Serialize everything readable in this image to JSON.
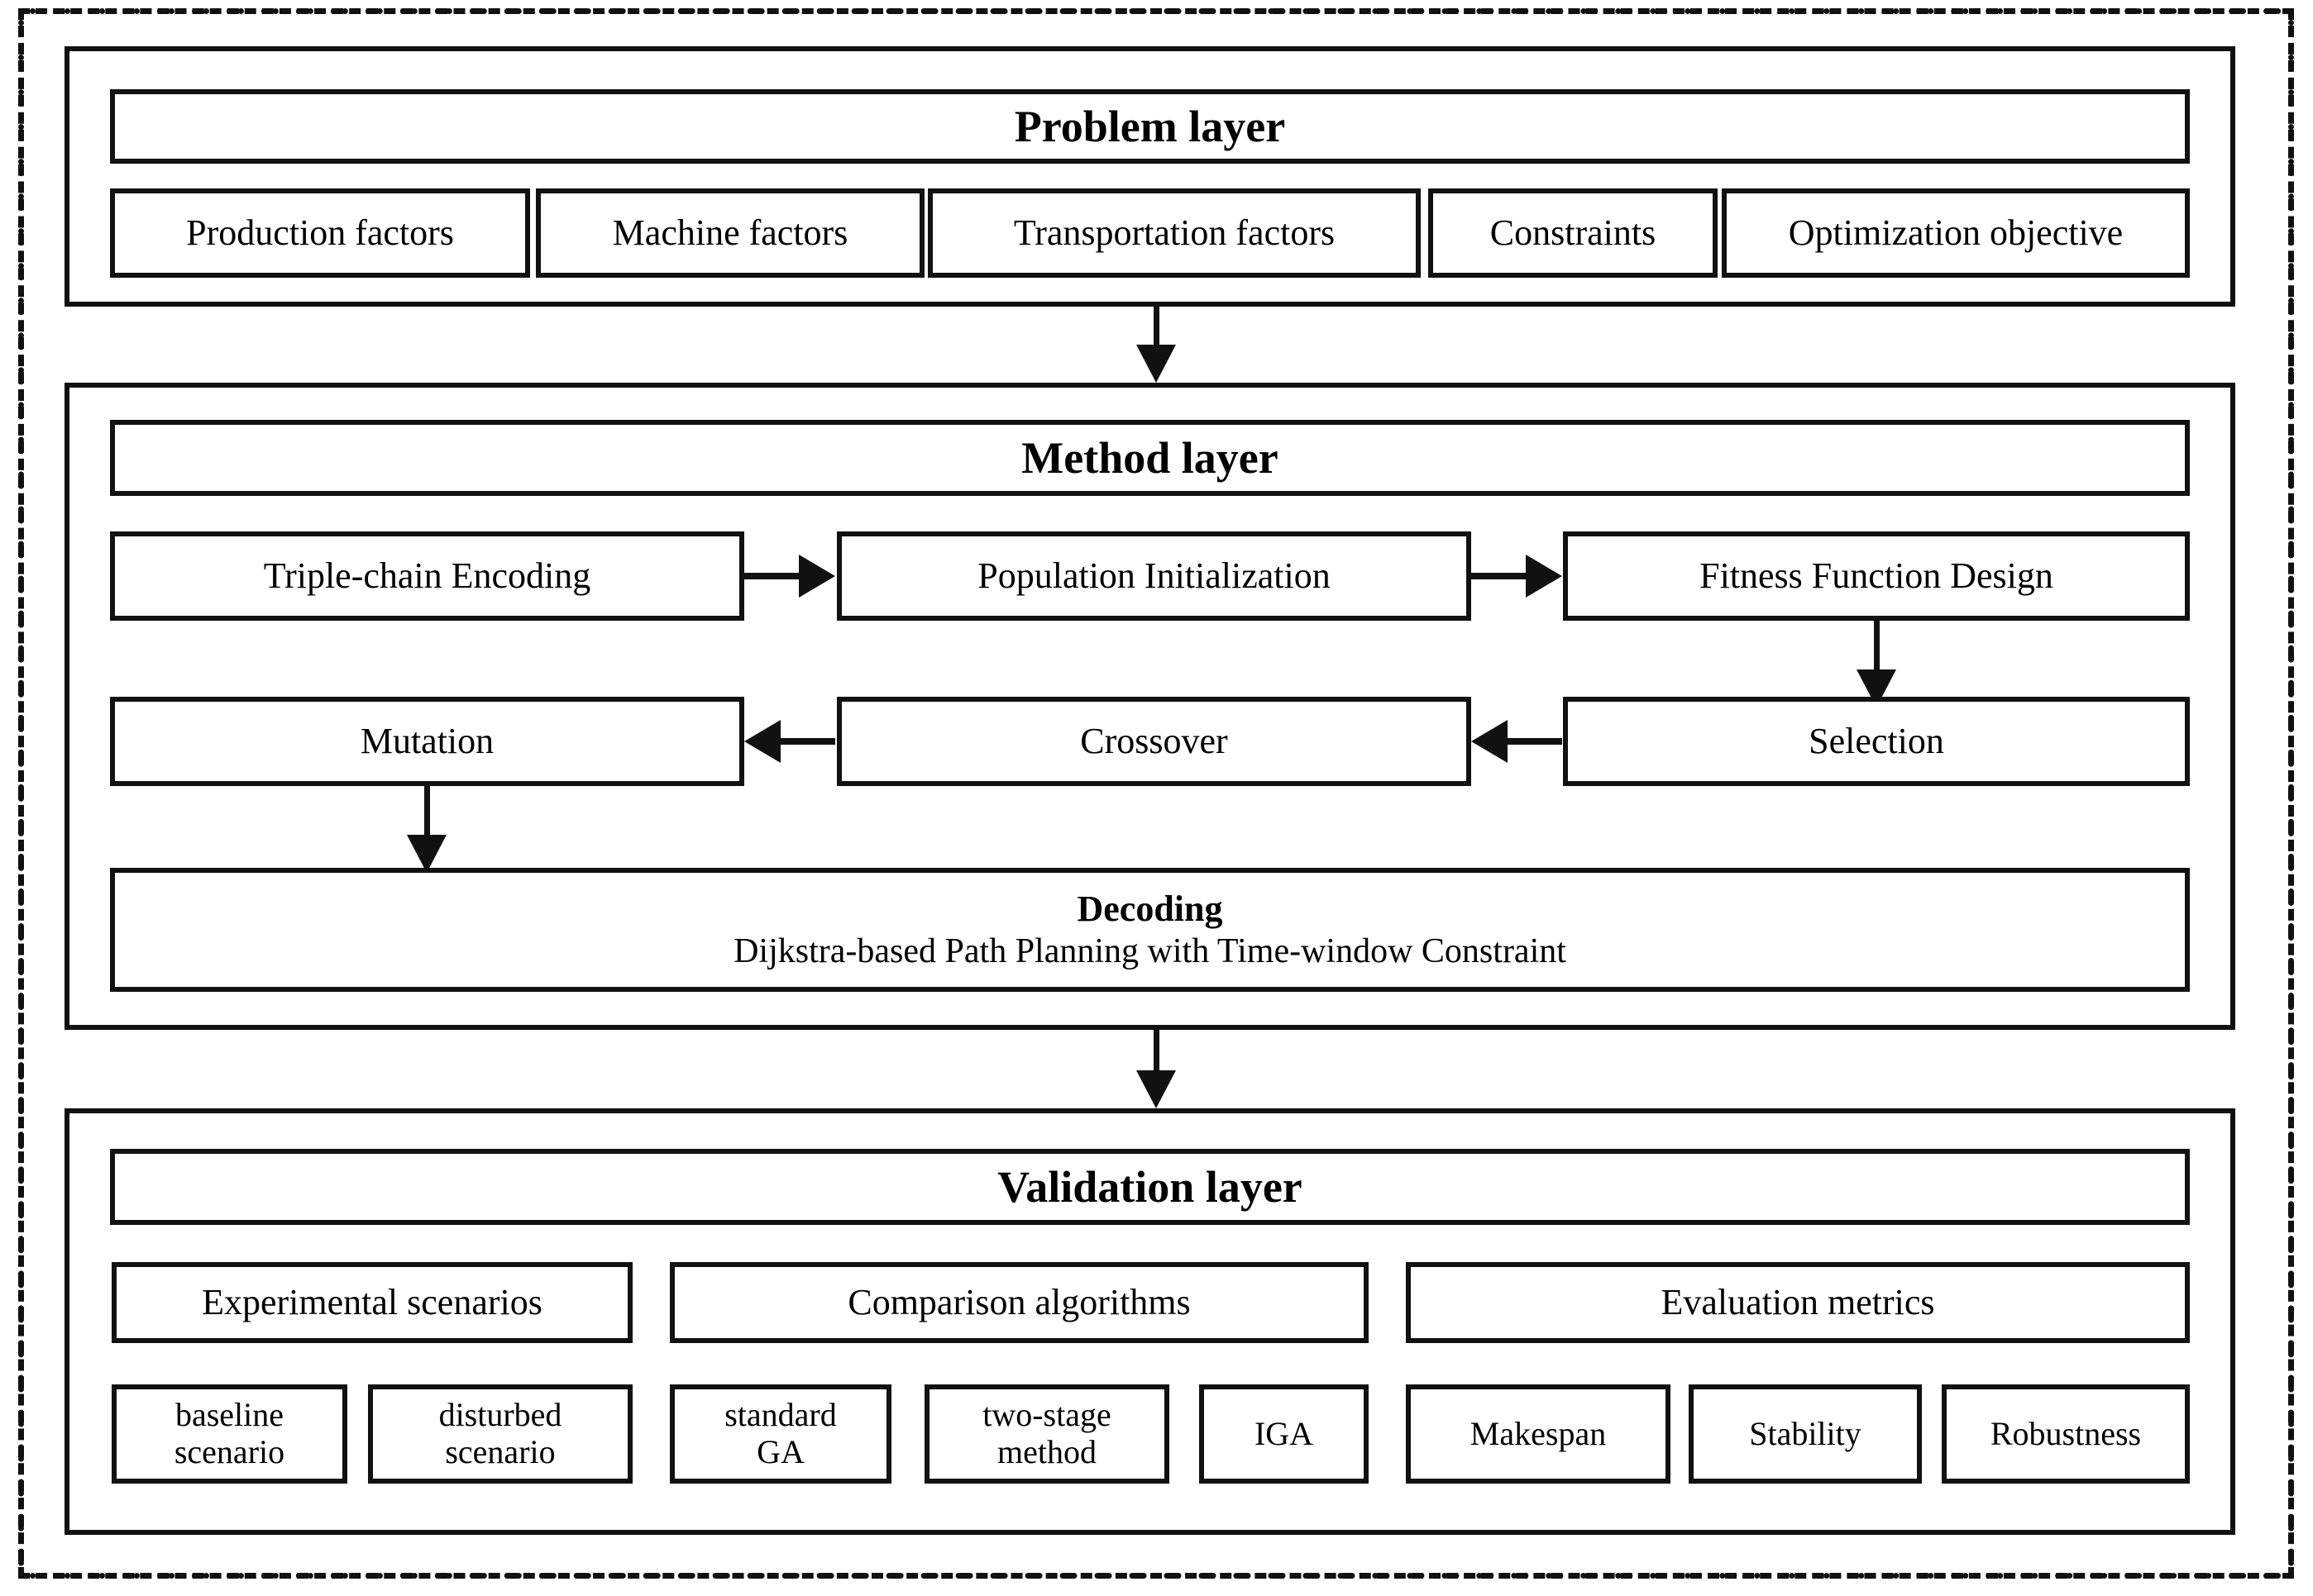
{
  "figure": {
    "kind": "three-layer framework diagram",
    "outer_border_style": "dash-dot"
  },
  "problem_layer": {
    "title": "Problem layer",
    "items": [
      "Production factors",
      "Machine factors",
      "Transportation factors",
      "Constraints",
      "Optimization objective"
    ]
  },
  "method_layer": {
    "title": "Method layer",
    "row1": [
      "Triple-chain Encoding",
      "Population Initialization",
      "Fitness Function Design"
    ],
    "row2": [
      "Mutation",
      "Crossover",
      "Selection"
    ],
    "decoding": {
      "title": "Decoding",
      "subtitle": "Dijkstra-based Path Planning with Time-window Constraint"
    }
  },
  "validation_layer": {
    "title": "Validation layer",
    "groups": [
      {
        "label": "Experimental scenarios",
        "items": [
          "baseline\nscenario",
          "disturbed\nscenario"
        ]
      },
      {
        "label": "Comparison algorithms",
        "items": [
          "standard\nGA",
          "two-stage\nmethod",
          "IGA"
        ]
      },
      {
        "label": "Evaluation metrics",
        "items": [
          "Makespan",
          "Stability",
          "Robustness"
        ]
      }
    ]
  },
  "flow_arrows": [
    {
      "name": "problem-to-method",
      "direction": "down"
    },
    {
      "name": "encoding-to-initialization",
      "direction": "right"
    },
    {
      "name": "initialization-to-fitness",
      "direction": "right"
    },
    {
      "name": "fitness-to-selection",
      "direction": "down"
    },
    {
      "name": "selection-to-crossover",
      "direction": "left"
    },
    {
      "name": "crossover-to-mutation",
      "direction": "left"
    },
    {
      "name": "mutation-to-decoding",
      "direction": "down"
    },
    {
      "name": "method-to-validation",
      "direction": "down"
    }
  ]
}
